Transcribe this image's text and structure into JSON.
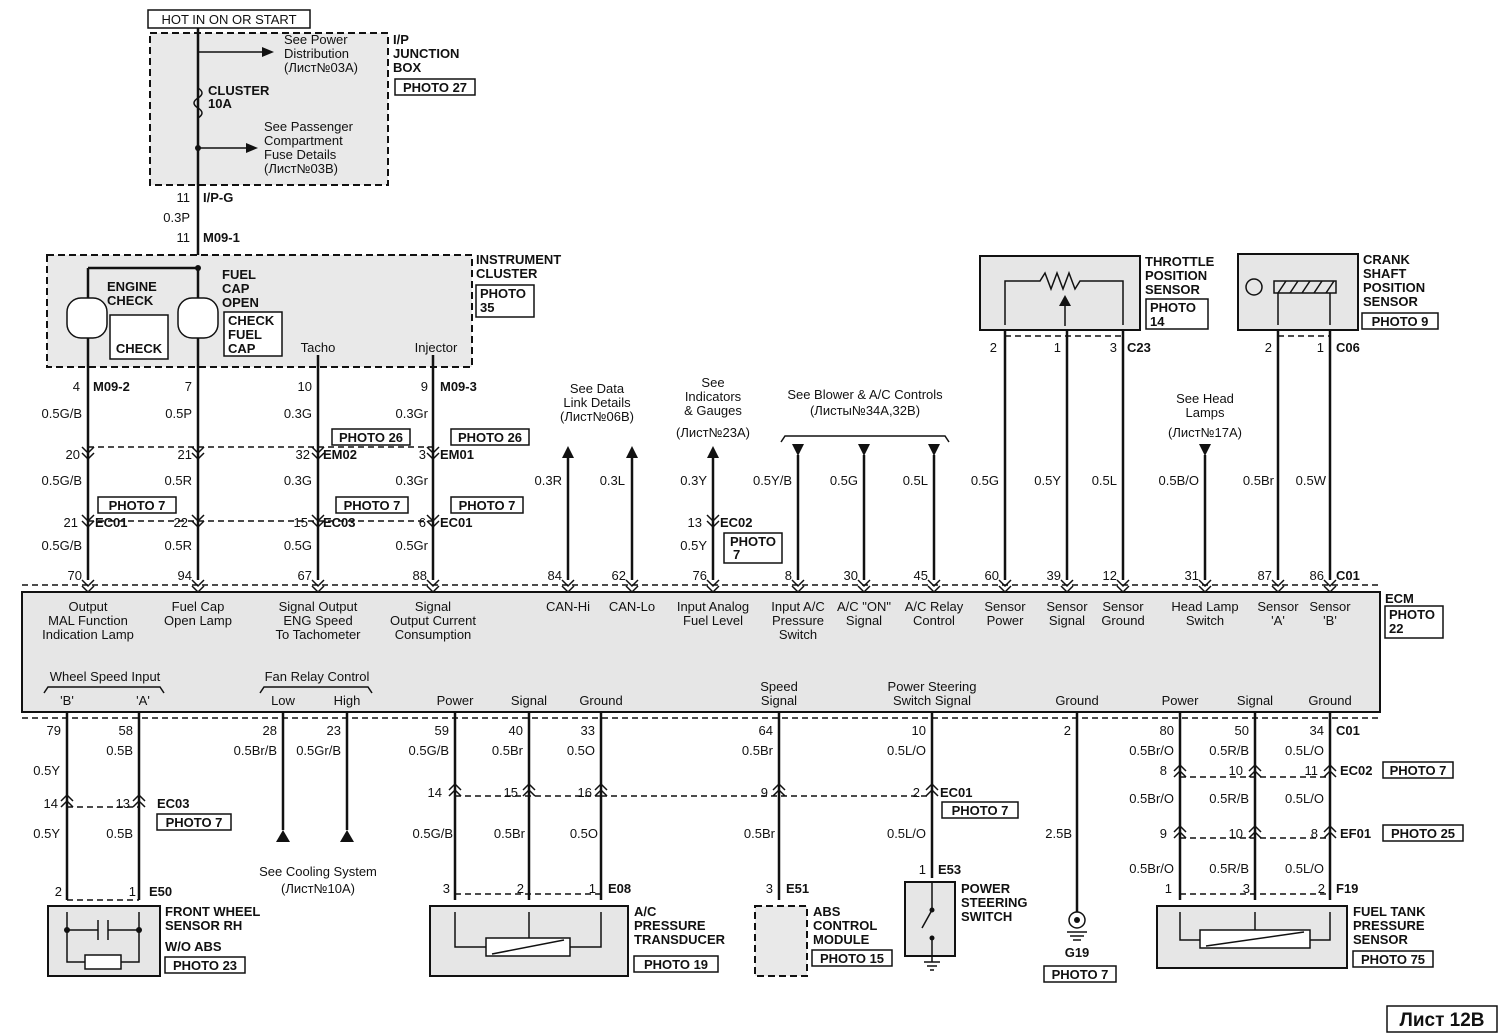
{
  "header": {
    "hot_label": "HOT IN ON OR START",
    "sheet_label": "Лист 12B"
  },
  "junction_box": {
    "title_lines": [
      "I/P",
      "JUNCTION",
      "BOX"
    ],
    "photo": "PHOTO 27",
    "ref1_lines": [
      "See Power",
      "Distribution",
      "(Лист№03A)"
    ],
    "fuse_lines": [
      "CLUSTER",
      "10A"
    ],
    "ref2_lines": [
      "See Passenger",
      "Compartment",
      "Fuse Details",
      "(Лист№03B)"
    ],
    "pin_top": "11",
    "conn_top": "I/P-G",
    "wire_top": "0.3P",
    "pin_bottom": "11",
    "conn_bottom": "M09-1"
  },
  "instrument_cluster": {
    "title_lines": [
      "INSTRUMENT",
      "CLUSTER"
    ],
    "photo_lines": [
      "PHOTO",
      "35"
    ],
    "engine_check_lines": [
      "ENGINE",
      "CHECK"
    ],
    "check_label": "CHECK",
    "fuel_cap_lines": [
      "FUEL",
      "CAP",
      "OPEN"
    ],
    "check_fuel_cap_lines": [
      "CHECK",
      "FUEL",
      "CAP"
    ],
    "tacho": "Tacho",
    "injector": "Injector"
  },
  "cluster_wires": {
    "pins_top": [
      "4",
      "7",
      "10",
      "9"
    ],
    "conn_a": "M09-2",
    "conn_b": "M09-3",
    "colors_1": [
      "0.5G/B",
      "0.5P",
      "0.3G",
      "0.3Gr"
    ],
    "pins_em": [
      "20",
      "21",
      "32",
      "3"
    ],
    "conn_em02": "EM02",
    "conn_em01": "EM01",
    "photo_em02": "PHOTO 26",
    "photo_em01": "PHOTO 26",
    "colors_2": [
      "0.5G/B",
      "0.5R",
      "0.3G",
      "0.3Gr"
    ],
    "pins_ec": [
      "21",
      "22",
      "15",
      "6"
    ],
    "conn_ec01_a": "EC01",
    "conn_ec03": "EC03",
    "conn_ec01_b": "EC01",
    "photo_ec01_a": "PHOTO 7",
    "photo_ec03": "PHOTO 7",
    "photo_ec01_b": "PHOTO 7",
    "colors_3": [
      "0.5G/B",
      "0.5R",
      "0.5G",
      "0.5Gr"
    ]
  },
  "middle_refs": {
    "data_link_lines": [
      "See Data",
      "Link Details",
      "(Лист№06B)"
    ],
    "indicators_lines": [
      "See",
      "Indicators",
      "& Gauges",
      "(Лист№23A)"
    ],
    "blower_lines": [
      "See Blower & A/C Controls",
      "(Листы№34A,32B)"
    ],
    "head_lamps_lines": [
      "See Head",
      "Lamps",
      "(Лист№17A)"
    ],
    "colors": [
      "0.3R",
      "0.3L",
      "0.3Y",
      "0.5Y/B",
      "0.5G",
      "0.5L"
    ],
    "head_lamp_color": "0.5B/O",
    "ec02_pin": "13",
    "ec02_conn": "EC02",
    "ec02_color": "0.5Y",
    "ec02_photo_lines": [
      "PHOTO",
      "7"
    ]
  },
  "throttle_sensor": {
    "title_lines": [
      "THROTTLE",
      "POSITION",
      "SENSOR"
    ],
    "photo_lines": [
      "PHOTO",
      "14"
    ],
    "pins": [
      "2",
      "1",
      "3"
    ],
    "conn": "C23",
    "colors": [
      "0.5G",
      "0.5Y",
      "0.5L"
    ]
  },
  "crank_sensor": {
    "title_lines": [
      "CRANK",
      "SHAFT",
      "POSITION",
      "SENSOR"
    ],
    "photo": "PHOTO 9",
    "pins": [
      "2",
      "1"
    ],
    "conn": "C06",
    "colors": [
      "0.5Br",
      "0.5W"
    ]
  },
  "ecm": {
    "title": "ECM",
    "photo_lines": [
      "PHOTO",
      "22"
    ],
    "top_pins": [
      "70",
      "94",
      "67",
      "88",
      "84",
      "62",
      "76",
      "8",
      "30",
      "45",
      "60",
      "39",
      "12",
      "31",
      "87",
      "86"
    ],
    "top_conn": "C01",
    "top_labels": [
      [
        "Output",
        "MAL Function",
        "Indication Lamp"
      ],
      [
        "Fuel Cap",
        "Open Lamp"
      ],
      [
        "Signal Output",
        "ENG Speed",
        "To Tachometer"
      ],
      [
        "Signal",
        "Output Current",
        "Consumption"
      ],
      [
        "CAN-Hi"
      ],
      [
        "CAN-Lo"
      ],
      [
        "Input Analog",
        "Fuel Level"
      ],
      [
        "Input A/C",
        "Pressure",
        "Switch"
      ],
      [
        "A/C \"ON\"",
        "Signal"
      ],
      [
        "A/C Relay",
        "Control"
      ],
      [
        "Sensor",
        "Power"
      ],
      [
        "Sensor",
        "Signal"
      ],
      [
        "Sensor",
        "Ground"
      ],
      [
        "Head Lamp",
        "Switch"
      ],
      [
        "Sensor",
        "'A'"
      ],
      [
        "Sensor",
        "'B'"
      ]
    ],
    "wheel_speed_title": "Wheel Speed Input",
    "wheel_b": "'B'",
    "wheel_a": "'A'",
    "fan_title": "Fan Relay Control",
    "fan_low": "Low",
    "fan_high": "High",
    "bottom_labels": [
      [
        "Power"
      ],
      [
        "Signal"
      ],
      [
        "Ground"
      ],
      [
        "Speed",
        "Signal"
      ],
      [
        "Power Steering",
        "Switch Signal"
      ],
      [
        "Ground"
      ],
      [
        "Power"
      ],
      [
        "Signal"
      ],
      [
        "Ground"
      ]
    ],
    "bottom_pins": [
      "79",
      "58",
      "28",
      "23",
      "59",
      "40",
      "33",
      "64",
      "10",
      "2",
      "80",
      "50",
      "34"
    ],
    "bottom_conn": "C01"
  },
  "bottom_wires": {
    "colors_a": [
      "0.5Y",
      "0.5B",
      "0.5Br/B",
      "0.5Gr/B",
      "0.5G/B",
      "0.5Br",
      "0.5O",
      "0.5Br",
      "0.5L/O",
      "0.5Br/O",
      "0.5R/B",
      "0.5L/O"
    ],
    "ec03_pins": [
      "14",
      "13"
    ],
    "ec03_conn": "EC03",
    "ec03_photo": "PHOTO 7",
    "colors_b": [
      "0.5Y",
      "0.5B"
    ],
    "cooling_lines": [
      "See Cooling System",
      "(Лист№10A)"
    ],
    "ac_pins": [
      "14",
      "15",
      "16"
    ],
    "ac_colors": [
      "0.5G/B",
      "0.5Br",
      "0.5O"
    ],
    "abs_pin_mid": "9",
    "abs_color": "0.5Br",
    "ps_pin_mid": "2",
    "ps_conn": "EC01",
    "ps_photo": "PHOTO 7",
    "ps_color": "0.5L/O",
    "ground_color": "2.5B",
    "ec02_pins": [
      "8",
      "10",
      "11"
    ],
    "ec02_conn": "EC02",
    "ec02_photo": "PHOTO 7",
    "ec02_colors": [
      "0.5Br/O",
      "0.5R/B",
      "0.5L/O"
    ],
    "ef01_pins": [
      "9",
      "10",
      "8"
    ],
    "ef01_conn": "EF01",
    "ef01_photo": "PHOTO 25",
    "ef01_colors": [
      "0.5Br/O",
      "0.5R/B",
      "0.5L/O"
    ]
  },
  "components": {
    "wheel_sensor": {
      "pins": [
        "2",
        "1"
      ],
      "conn": "E50",
      "title_lines": [
        "FRONT WHEEL",
        "SENSOR RH"
      ],
      "sub": "W/O ABS",
      "photo": "PHOTO 23"
    },
    "ac_transducer": {
      "pins": [
        "3",
        "2",
        "1"
      ],
      "conn": "E08",
      "title_lines": [
        "A/C",
        "PRESSURE",
        "TRANSDUCER"
      ],
      "photo": "PHOTO 19"
    },
    "abs_module": {
      "pin": "3",
      "conn": "E51",
      "title_lines": [
        "ABS",
        "CONTROL",
        "MODULE"
      ],
      "photo": "PHOTO 15"
    },
    "ps_switch": {
      "pin": "1",
      "conn": "E53",
      "title_lines": [
        "POWER",
        "STEERING",
        "SWITCH"
      ]
    },
    "ground": {
      "label": "G19",
      "photo": "PHOTO 7"
    },
    "fuel_tank_sensor": {
      "pins": [
        "1",
        "3",
        "2"
      ],
      "conn": "F19",
      "title_lines": [
        "FUEL TANK",
        "PRESSURE",
        "SENSOR"
      ],
      "photo": "PHOTO 75"
    }
  }
}
